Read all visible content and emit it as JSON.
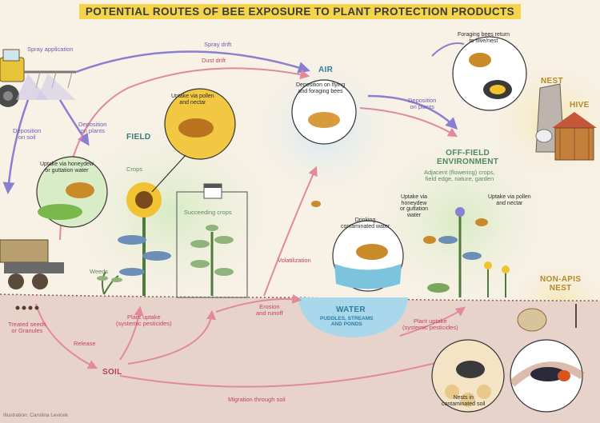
{
  "title": "POTENTIAL ROUTES OF BEE EXPOSURE TO PLANT PROTECTION PRODUCTS",
  "zones": {
    "field": "FIELD",
    "air": "AIR",
    "off_field": "OFF-FIELD\nENVIRONMENT",
    "water": "WATER",
    "water_sub": "PUDDLES, STREAMS\nAND PONDS",
    "soil": "SOIL",
    "nest": "NEST",
    "hive": "HIVE",
    "non_apis_nest": "NON-APIS\nNEST"
  },
  "labels": {
    "spray_application": "Spray application",
    "spray_drift": "Spray drift",
    "dust_drift": "Dust drift",
    "deposition_on_soil": "Deposition\non soil",
    "deposition_on_plants_field": "Deposition\non plants",
    "deposition_on_plants_air": "Deposition\non plants",
    "deposition_on_bees": "Deposition on flying\nand foraging bees",
    "uptake_pollen_field": "Uptake via pollen\nand nectar",
    "uptake_honeydew_field": "Uptake via honeydew\nor guttation water",
    "crops": "Crops",
    "succeeding_crops": "Succeeding crops",
    "weeds": "Weeds",
    "plant_uptake_field": "Plant uptake\n(systemic pesticides)",
    "treated_seeds": "Treated seeds\nor Granules",
    "release": "Release",
    "volatilization": "Volatilization",
    "erosion_runoff": "Erosion\nand runoff",
    "drinking_water": "Drinking\ncontaminated water",
    "migration_soil": "Migration through soil",
    "off_field_desc": "Adjacent (flowering) crops,\nfield edge, nature, garden",
    "uptake_honeydew_off": "Uptake via\nhoneydew\nor guttation\nwater",
    "uptake_pollen_off": "Uptake via pollen\nand nectar",
    "plant_uptake_off": "Plant uptake\n(systemic pesticides)",
    "foraging_return": "Foraging bees return\nto hive/nest",
    "nests_soil": "Nests in\ncontaminated soil",
    "credit": "Illustration: Carolina Levicek"
  },
  "colors": {
    "pink_route": "#e08a9c",
    "purple_route": "#8a7fd0",
    "title_bar": "#f3d44a",
    "soil": "#e7cfc6",
    "water": "#a9d8ec",
    "field_glow": "#dcecc9"
  },
  "icons": [
    "tractor-icon",
    "seed-drill-icon",
    "sunflower-icon",
    "bee-icon",
    "calendar-icon",
    "beehive-icon",
    "tree-stump-nest-icon",
    "plant-icon",
    "bumblebee-icon",
    "solitary-bee-icon"
  ]
}
